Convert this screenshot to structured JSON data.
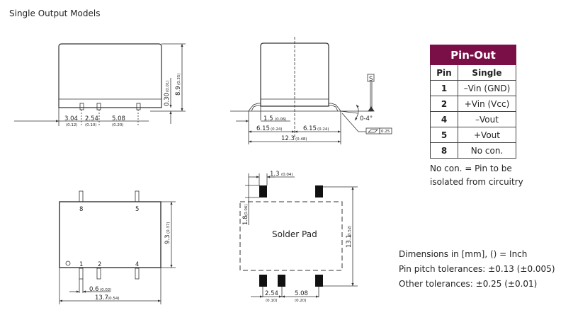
{
  "title": "Single Output Models",
  "front_view": {
    "d1": "3.04",
    "d1i": "(0.12)",
    "d2": "2.54",
    "d2i": "(0.10)",
    "d3": "5.08",
    "d3i": "(0.20)",
    "h1": "0.30",
    "h1i": "(0.01)",
    "h2": "8.9",
    "h2i": "(0.35)"
  },
  "side_view": {
    "d1": "1.5",
    "d1i": "(0.06)",
    "d2": "6.15",
    "d2i": "(0.24)",
    "d3": "6.15",
    "d3i": "(0.24)",
    "d4": "12.3",
    "d4i": "(0.48)",
    "angle": "0-4°",
    "datum": "S",
    "flatness": "0.25"
  },
  "bottom_view": {
    "pins": [
      "8",
      "5",
      "1",
      "2",
      "4"
    ],
    "h": "9.3",
    "hi": "(0.37)",
    "d1": "0.6",
    "d1i": "(0.02)",
    "d2": "13.7",
    "d2i": "(0.54)"
  },
  "solder_pad": {
    "label": "Solder Pad",
    "d1": "1.3",
    "d1i": "(0.04)",
    "d2": "1.8",
    "d2i": "(0.06)",
    "h": "13.1",
    "hi": "(0.52)",
    "d3": "2.54",
    "d3i": "(0.10)",
    "d4": "5.08",
    "d4i": "(0.20)"
  },
  "pinout": {
    "title": "Pin-Out",
    "col_pin": "Pin",
    "col_single": "Single",
    "rows": [
      {
        "pin": "1",
        "fn": "–Vin (GND)"
      },
      {
        "pin": "2",
        "fn": "+Vin (Vcc)"
      },
      {
        "pin": "4",
        "fn": "–Vout"
      },
      {
        "pin": "5",
        "fn": "+Vout"
      },
      {
        "pin": "8",
        "fn": "No con."
      }
    ],
    "note1": "No con. = Pin to be",
    "note2": "isolated from circuitry"
  },
  "notes": [
    "Dimensions in [mm], () = Inch",
    "Pin pitch tolerances: ±0.13 (±0.005)",
    "Other tolerances:  ±0.25 (±0.01)"
  ],
  "colors": {
    "header": "#7a0f47"
  }
}
